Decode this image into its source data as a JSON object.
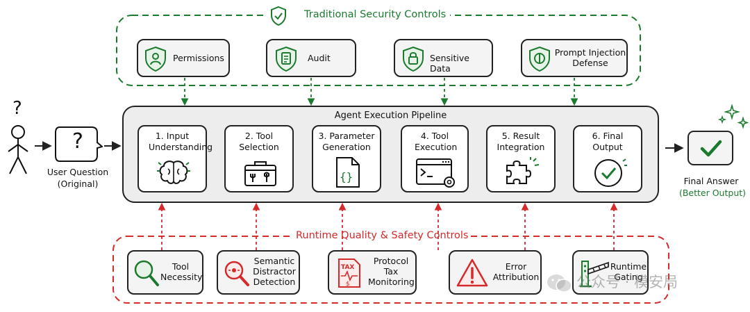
{
  "top_section": {
    "title": "Traditional Security Controls",
    "color": "#1b7a2e",
    "items": [
      {
        "label": "Permissions",
        "icon": "shield-person-icon"
      },
      {
        "label": "Audit",
        "icon": "shield-clipboard-icon"
      },
      {
        "label": "Sensitive Data",
        "icon": "shield-lock-icon"
      },
      {
        "label": "Prompt Injection Defense",
        "icon": "shield-block-icon"
      }
    ]
  },
  "user": {
    "question_label": "User Question",
    "question_sublabel": "(Original)",
    "question_mark": "?"
  },
  "pipeline": {
    "title": "Agent Execution Pipeline",
    "stages": [
      {
        "title": "1. Input Understanding",
        "icon": "brain-icon"
      },
      {
        "title": "2. Tool Selection",
        "icon": "toolbox-icon"
      },
      {
        "title": "3. Parameter Generation",
        "icon": "json-file-icon"
      },
      {
        "title": "4. Tool Execution",
        "icon": "terminal-gear-icon"
      },
      {
        "title": "5. Result Integration",
        "icon": "puzzle-icon"
      },
      {
        "title": "6. Final Output",
        "icon": "check-circle-icon"
      }
    ]
  },
  "final": {
    "label": "Final Answer",
    "sublabel": "(Better Output)",
    "sublabel_color": "#1b7a2e"
  },
  "bottom_section": {
    "title": "Runtime Quality & Safety Controls",
    "color": "#d42a2a",
    "items": [
      {
        "label": "Tool Necessity",
        "icon": "magnifier-icon"
      },
      {
        "label": "Semantic Distractor Detection",
        "icon": "magnifier-target-icon"
      },
      {
        "label": "Protocol Tax Monitoring",
        "icon": "tax-document-icon"
      },
      {
        "label": "Error Attribution",
        "icon": "warning-triangle-icon"
      },
      {
        "label": "Runtime Gating",
        "icon": "gate-barrier-icon"
      }
    ],
    "tax_text": "TAX"
  },
  "watermark": "公众号 · 模安局"
}
